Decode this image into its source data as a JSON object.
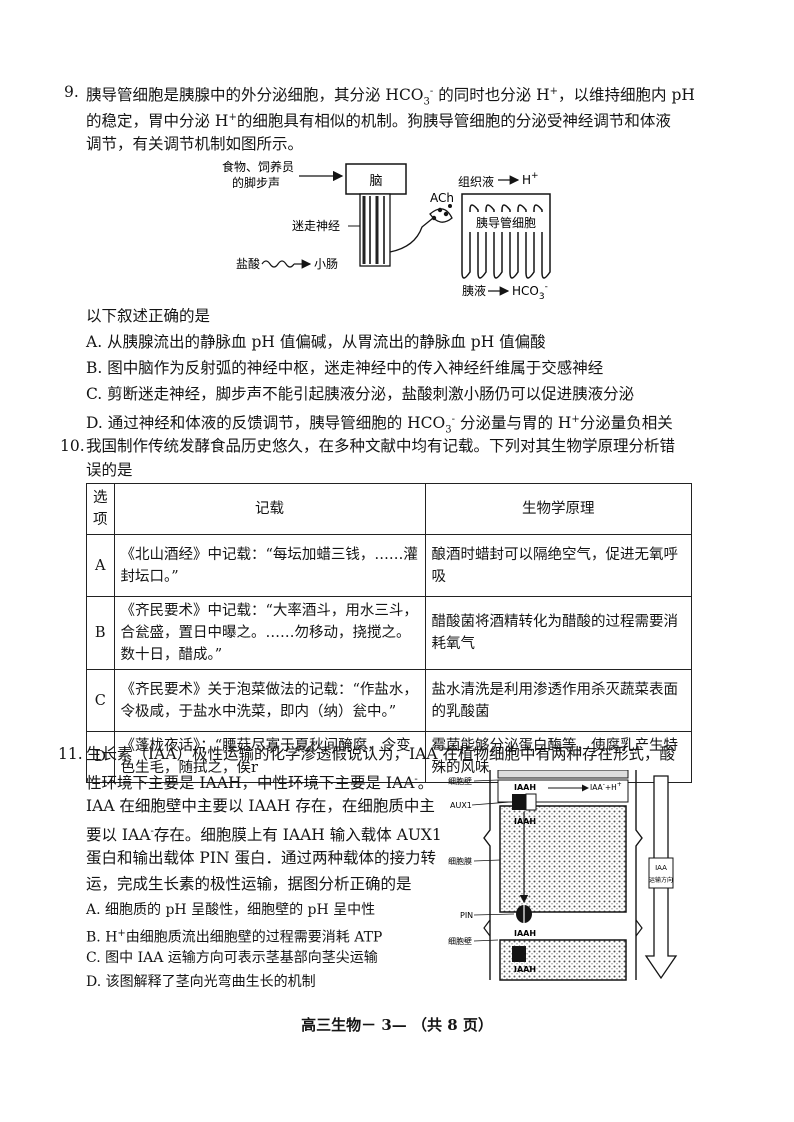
{
  "q9": {
    "number": "9.",
    "stem_line1": "胰导管细胞是胰腺中的外分泌细胞，其分泌 HCO",
    "stem_line1_b": " 的同时也分泌 H",
    "stem_line1_c": "，以维持细胞内 pH",
    "stem_line2": "的稳定，胃中分泌 H",
    "stem_line2_b": "的细胞具有相似的机制。狗胰导管细胞的分泌受神经调节和体液",
    "stem_line3": "调节，有关调节机制如图所示。",
    "sub3": "3",
    "sup_minus": "-",
    "sup_plus": "+",
    "figure": {
      "food_label_1": "食物、饲养员",
      "food_label_2": "的脚步声",
      "brain": "脑",
      "vagus": "迷走神经",
      "acid": "盐酸",
      "intestine": "小肠",
      "ach": "ACh",
      "tissue_fluid": "组织液",
      "h_plus": "H",
      "cell": "胰导管细胞",
      "pancreatic_juice": "胰液",
      "hco3": "HCO"
    },
    "prompt": "以下叙述正确的是",
    "options": {
      "A": "A. 从胰腺流出的静脉血 pH 值偏碱，从胃流出的静脉血 pH 值偏酸",
      "B": "B. 图中脑作为反射弧的神经中枢，迷走神经中的传入神经纤维属于交感神经",
      "C": "C. 剪断迷走神经，脚步声不能引起胰液分泌，盐酸刺激小肠仍可以促进胰液分泌",
      "D_pre": "D. 通过神经和体液的反馈调节，胰导管细胞的 HCO",
      "D_post": " 分泌量与胃的 H",
      "D_end": "分泌量负相关"
    }
  },
  "q10": {
    "number": "10.",
    "stem_line1": "我国制作传统发酵食品历史悠久，在多种文献中均有记载。下列对其生物学原理分析错",
    "stem_line2": "误的是",
    "headers": [
      "选项",
      "记载",
      "生物学原理"
    ],
    "rows": [
      {
        "opt": "A",
        "record": "《北山酒经》中记载：“每坛加蜡三钱，……灌封坛口。”",
        "principle": "酿酒时蜡封可以隔绝空气，促进无氧呼吸"
      },
      {
        "opt": "B",
        "record": "《齐民要术》中记载：“大率酒斗，用水三斗，合瓮盛，置日中曝之。……勿移动，挠搅之。数十日，醋成。”",
        "principle": "醋酸菌将酒精转化为醋酸的过程需要消耗氧气"
      },
      {
        "opt": "C",
        "record": "《齐民要术》关于泡菜做法的记载：“作盐水，令极咸，于盐水中洗菜，即内（纳）瓮中。”",
        "principle": "盐水清洗是利用渗透作用杀灭蔬菜表面的乳酸菌"
      },
      {
        "opt": "D",
        "record": "《蓬栊夜话》：“腰菇尽寡于夏秋间醃腐，令变色生毛，随拭之，俟r",
        "principle": "霉菌能够分泌蛋白酶等，使腐乳产生特殊的风味"
      }
    ]
  },
  "q11": {
    "number": "11.",
    "line1": "生长素（IAA）极性运输的化学渗透假说认为，IAA 在植物细胞中有两种存在形式，酸",
    "line2": "性环境下主要是 IAAH，中性环境下主要是 IAA",
    "line2_end": "。",
    "line3": "IAA 在细胞壁中主要以 IAAH 存在，在细胞质中主",
    "line4": "要以 IAA",
    "line4_b": "存在。细胞膜上有 IAAH 输入载体 AUX1",
    "line5": "蛋白和输出载体 PIN 蛋白．通过两种载体的接力转",
    "line6": "运，完成生长素的极性运输，据图分析正确的是",
    "options": {
      "A": "A. 细胞质的 pH 呈酸性，细胞壁的 pH 呈中性",
      "B": "B. H",
      "B_end": "由细胞质流出细胞壁的过程需要消耗 ATP",
      "C": "C. 图中 IAA 运输方向可表示茎基部向茎尖运输",
      "D": "D. 该图解释了茎向光弯曲生长的机制"
    },
    "figure": {
      "wall_top": "细胞壁",
      "aux1": "AUX1",
      "iaah": "IAAH",
      "iaa_ion": "IAA",
      "h": "H",
      "iaah_arrow": "IAAH",
      "membrane": "细胞膜",
      "pin": "PIN",
      "wall_bottom": "细胞壁",
      "iaa_dir_1": "IAA",
      "iaa_dir_2": "运输方向"
    }
  },
  "footer": "高三生物－ 3— （共 8 页）"
}
